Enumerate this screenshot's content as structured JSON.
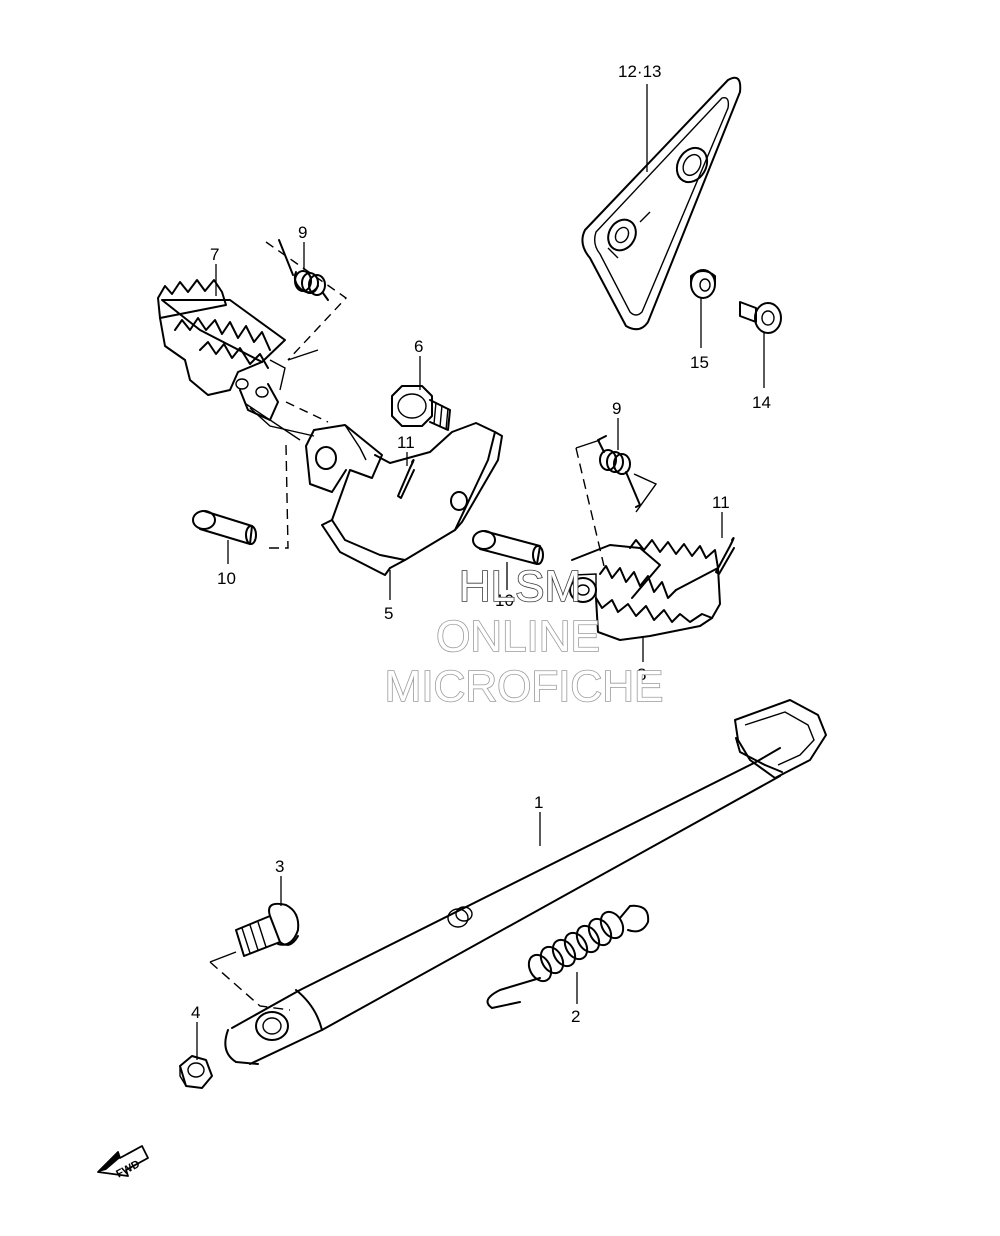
{
  "callouts": {
    "c1": "1",
    "c2": "2",
    "c3": "3",
    "c4": "4",
    "c5": "5",
    "c6": "6",
    "c7": "7",
    "c8": "8",
    "c9a": "9",
    "c9b": "9",
    "c10a": "10",
    "c10b": "10",
    "c11a": "11",
    "c11b": "11",
    "c12_13": "12·13",
    "c14": "14",
    "c15": "15"
  },
  "watermark": {
    "line1": "HLSM",
    "line2": "ONLINE",
    "line3": "MICROFICHE"
  },
  "direction_badge": "FWD",
  "colors": {
    "line": "#000000",
    "background": "#ffffff",
    "watermark_outline": "#9a9a9a"
  }
}
